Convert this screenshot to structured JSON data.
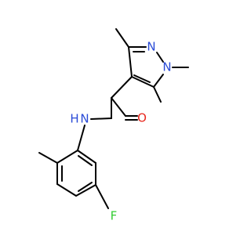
{
  "structure": {
    "atoms": {
      "n1": {
        "label": "N",
        "color": "#2a4bd7"
      },
      "n2": {
        "label": "N",
        "color": "#2a4bd7"
      },
      "nh": {
        "label": "N",
        "color": "#2a4bd7"
      },
      "h": {
        "label": "H",
        "color": "#2a4bd7"
      },
      "o": {
        "label": "O",
        "color": "#e8281e"
      },
      "f": {
        "label": "F",
        "color": "#33cc33"
      }
    },
    "bond_color": "#000000"
  }
}
